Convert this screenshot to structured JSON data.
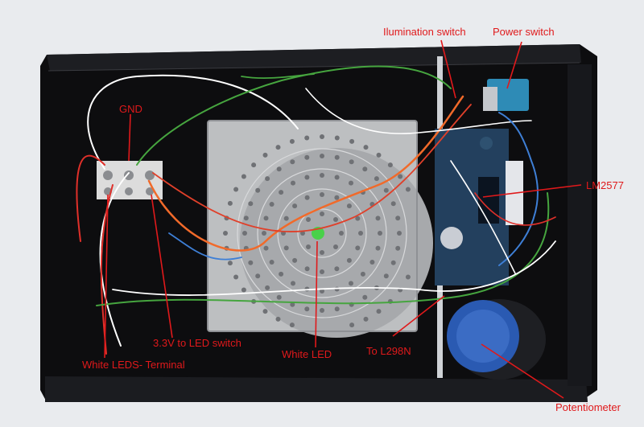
{
  "labels": {
    "ilumination_switch": "Ilumination switch",
    "power_switch": "Power switch",
    "gnd": "GND",
    "lm2577": "LM2577",
    "led_switch": "3.3V to LED switch",
    "white_led": "White LED",
    "to_l298n": "To L298N",
    "white_leds_terminal": "White LEDS- Terminal",
    "potentiometer": "Potentiometer"
  },
  "colors": {
    "background": "#e9ebee",
    "enclosure": "#0d0d0f",
    "led_panel": "#bdbfc1",
    "pcb": "#23405e",
    "potentiometer": "#2a5ab2",
    "annotation": "#e0191b"
  }
}
